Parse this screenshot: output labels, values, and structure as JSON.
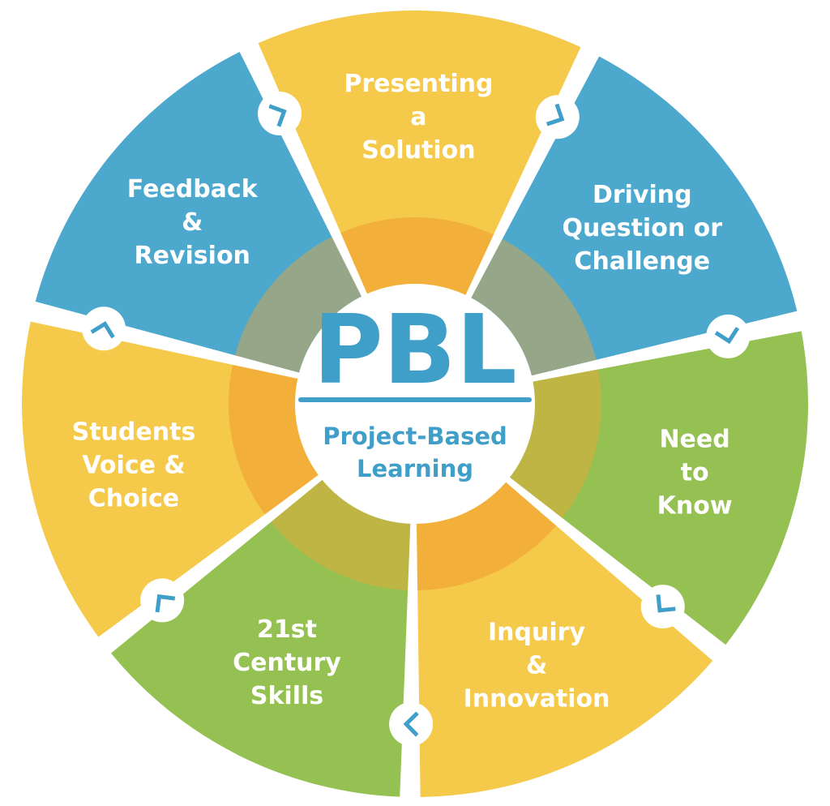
{
  "center": {
    "title": "PBL",
    "subtitle_line1": "Project-Based",
    "subtitle_line2": "Learning"
  },
  "colors": {
    "yellow": "#f5c94a",
    "blue": "#4ca8cc",
    "green": "#95c152",
    "accent": "#3f9fc8",
    "ring": "#f0a736"
  },
  "segments": [
    {
      "id": "presenting",
      "color": "yellow",
      "lines": [
        "Presenting",
        "a",
        "Solution"
      ]
    },
    {
      "id": "driving-question",
      "color": "blue",
      "lines": [
        "Driving",
        "Question or",
        "Challenge"
      ]
    },
    {
      "id": "need-to-know",
      "color": "green",
      "lines": [
        "Need",
        "to",
        "Know"
      ]
    },
    {
      "id": "inquiry",
      "color": "yellow",
      "lines": [
        "Inquiry",
        "&",
        "Innovation"
      ]
    },
    {
      "id": "21st-century",
      "color": "green",
      "lines": [
        "21st",
        "Century",
        "Skills"
      ]
    },
    {
      "id": "students-voice",
      "color": "yellow",
      "lines": [
        "Students",
        "Voice &",
        "Choice"
      ]
    },
    {
      "id": "feedback",
      "color": "blue",
      "lines": [
        "Feedback",
        "&",
        "Revision"
      ]
    }
  ]
}
